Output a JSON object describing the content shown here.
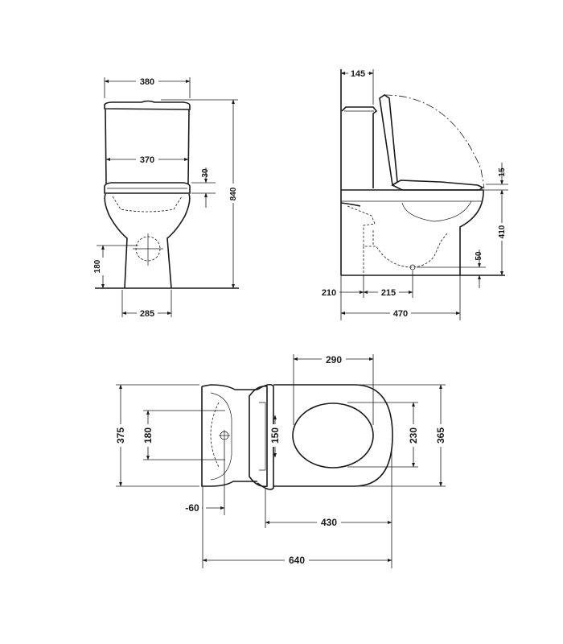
{
  "front_view": {
    "width_top": "380",
    "width_seat": "370",
    "seat_gap": "30",
    "total_height": "840",
    "outlet_height": "180",
    "base_width": "285"
  },
  "side_view": {
    "cistern_depth": "145",
    "seat_thickness": "15",
    "seat_height": "410",
    "outlet_offset": "50",
    "wall_offset": "210",
    "inlet_offset": "215",
    "total_depth": "470"
  },
  "plan_view": {
    "seat_width": "290",
    "cistern_width": "375",
    "inlet_span": "180",
    "hinge_span": "150",
    "opening_width": "230",
    "pan_width": "365",
    "wall_gap": "-60",
    "pan_length": "430",
    "total_length": "640"
  }
}
